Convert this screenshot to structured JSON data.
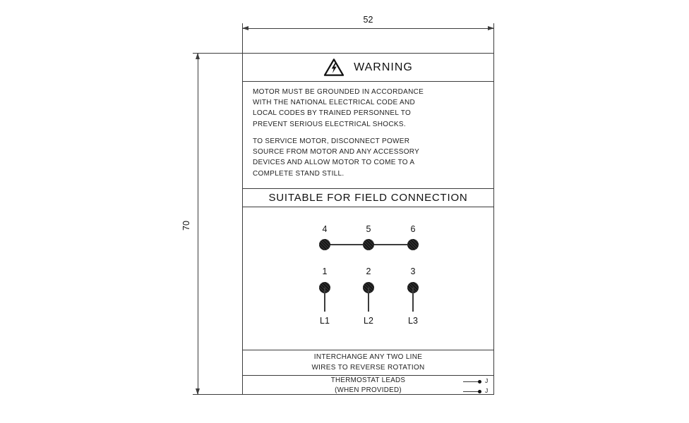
{
  "dimensions": {
    "width": "52",
    "height": "70"
  },
  "warning": {
    "title": "WARNING",
    "para1_lines": [
      "MOTOR MUST BE GROUNDED IN ACCORDANCE",
      "WITH THE NATIONAL ELECTRICAL CODE AND",
      "LOCAL CODES BY TRAINED PERSONNEL TO",
      "PREVENT SERIOUS ELECTRICAL SHOCKS."
    ],
    "para2_lines": [
      "TO SERVICE MOTOR, DISCONNECT POWER",
      "SOURCE FROM MOTOR AND ANY ACCESSORY",
      "DEVICES AND ALLOW MOTOR TO COME TO A",
      "COMPLETE STAND STILL."
    ]
  },
  "field_connection": {
    "title": "SUITABLE FOR FIELD CONNECTION",
    "terminals_top": [
      "4",
      "5",
      "6"
    ],
    "terminals_bottom": [
      "1",
      "2",
      "3"
    ],
    "line_leads": [
      "L1",
      "L2",
      "L3"
    ]
  },
  "rotation_note": {
    "line1": "INTERCHANGE ANY TWO LINE",
    "line2": "WIRES TO REVERSE ROTATION"
  },
  "thermostat": {
    "line1": "THERMOSTAT LEADS",
    "line2": "(WHEN PROVIDED)",
    "lead_labels": [
      "J",
      "J"
    ]
  },
  "colors": {
    "ink": "#3c3c3c"
  }
}
